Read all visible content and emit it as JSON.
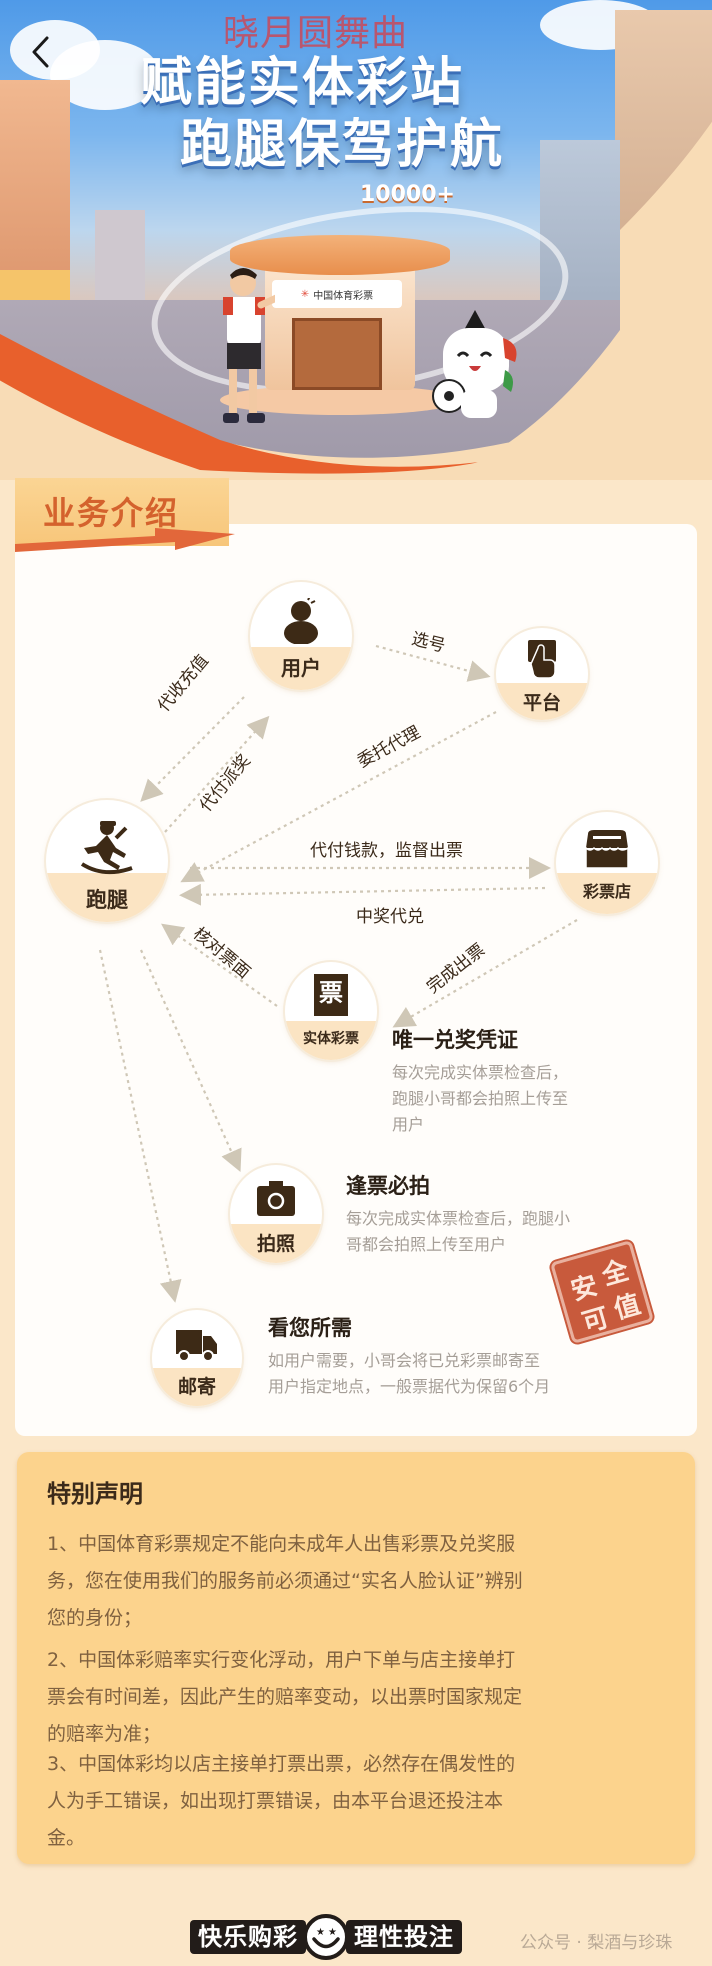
{
  "hero": {
    "watermark": "晓月圆舞曲",
    "title_line1": "赋能实体彩站",
    "title_line2": "跑腿保驾护航",
    "count_badge": "10000+",
    "kiosk_sign": "中国体育彩票",
    "back_icon": "chevron-left-icon"
  },
  "section": {
    "title": "业务介绍"
  },
  "diagram": {
    "nodes": {
      "user": {
        "label": "用户",
        "icon": "person-icon"
      },
      "platform": {
        "label": "平台",
        "icon": "tap-hand-icon"
      },
      "runner": {
        "label": "跑腿",
        "icon": "runner-icon"
      },
      "shop": {
        "label": "彩票店",
        "icon": "storefront-icon"
      },
      "ticket": {
        "label": "实体彩票",
        "icon": "ticket-icon",
        "glyph": "票"
      },
      "photo": {
        "label": "拍照",
        "icon": "camera-icon"
      },
      "mail": {
        "label": "邮寄",
        "icon": "truck-icon"
      }
    },
    "edges": {
      "pick_numbers": "选号",
      "collect_recharge": "代收充值",
      "pay_prizes": "代付派奖",
      "entrust_agent": "委托代理",
      "pay_supervise": "代付钱款，监督出票",
      "redeem_prize": "中奖代兑",
      "verify_ticket": "核对票面",
      "complete_issue": "完成出票"
    },
    "descriptions": {
      "ticket": {
        "title": "唯一兑奖凭证",
        "text_lines": [
          "每次完成实体票检查后，",
          "跑腿小哥都会拍照上传至",
          "用户"
        ]
      },
      "photo": {
        "title": "逢票必拍",
        "text_lines": [
          "每次完成实体票检查后，跑腿小",
          "哥都会拍照上传至用户"
        ]
      },
      "mail": {
        "title": "看您所需",
        "text_lines": [
          "如用户需要，小哥会将已兑彩票邮寄至",
          "用户指定地点，一般票据代为保留6个月"
        ]
      }
    },
    "seal": {
      "chars": [
        "全",
        "安",
        "可",
        "值"
      ],
      "color": "#c85a3c"
    }
  },
  "notice": {
    "title": "特别声明",
    "items": [
      [
        "1、中国体育彩票规定不能向未成年人出售彩票及兑奖服",
        "务，您在使用我们的服务前必须通过“实名人脸认证”辨别",
        "您的身份；"
      ],
      [
        "2、中国体彩赔率实行变化浮动，用户下单与店主接单打",
        "票会有时间差，因此产生的赔率变动，以出票时国家规定",
        "的赔率为准；"
      ],
      [
        "3、中国体彩均以店主接单打票出票，必然存在偶发性的",
        "人为手工错误，如出现打票错误，由本平台退还投注本",
        "金。"
      ]
    ]
  },
  "footer": {
    "slogan_left": "快乐购彩",
    "slogan_right": "理性投注",
    "source_credit": "公众号 · 梨酒与珍珠"
  },
  "colors": {
    "accent_orange": "#e8602c",
    "tab_title": "#d4622d",
    "icon_brown": "#3d2a16",
    "notice_bg": "#fcd38d",
    "page_bg": "#fbe7c9"
  }
}
